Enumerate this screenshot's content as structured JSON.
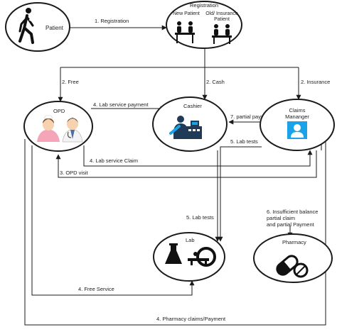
{
  "nodes": {
    "patient": {
      "label": "Patient"
    },
    "registration": {
      "label": "Registration",
      "new_patient": "New Patient",
      "old_patient_line1": "Old/ Insurance",
      "old_patient_line2": "Patient"
    },
    "opd": {
      "label": "OPD"
    },
    "cashier": {
      "label": "Cashier"
    },
    "claims_manager": {
      "label_line1": "Claims",
      "label_line2": "Mananger"
    },
    "lab": {
      "label": "Lab"
    },
    "pharmacy": {
      "label": "Pharmacy"
    }
  },
  "edges": {
    "registration": "1. Registration",
    "free": "2. Free",
    "cash": "2. Cash",
    "insurance": "2. Insurance",
    "lab_service_payment": "4. Lab service payment",
    "partial_payment": "7. partial payment",
    "lab_tests_to_cashier": "5. Lab tests",
    "lab_service_claim": "4. Lab service Claim",
    "opd_visit": "3. OPD visit",
    "lab_tests_to_lab": "5. Lab tests",
    "insufficient_line1": "6. Insufficient balance",
    "insufficient_line2": "partial claim",
    "insufficient_line3": "and partial Payment",
    "free_service": "4. Free Service",
    "pharmacy_claims": "4. Pharmacy claims/Payment"
  },
  "colors": {
    "stroke": "#1a1a1a",
    "icon_dark": "#1f3b57",
    "icon_blue": "#1aa3e8",
    "nurse_pink": "#f4a6b8",
    "skin": "#f6d2b0"
  }
}
